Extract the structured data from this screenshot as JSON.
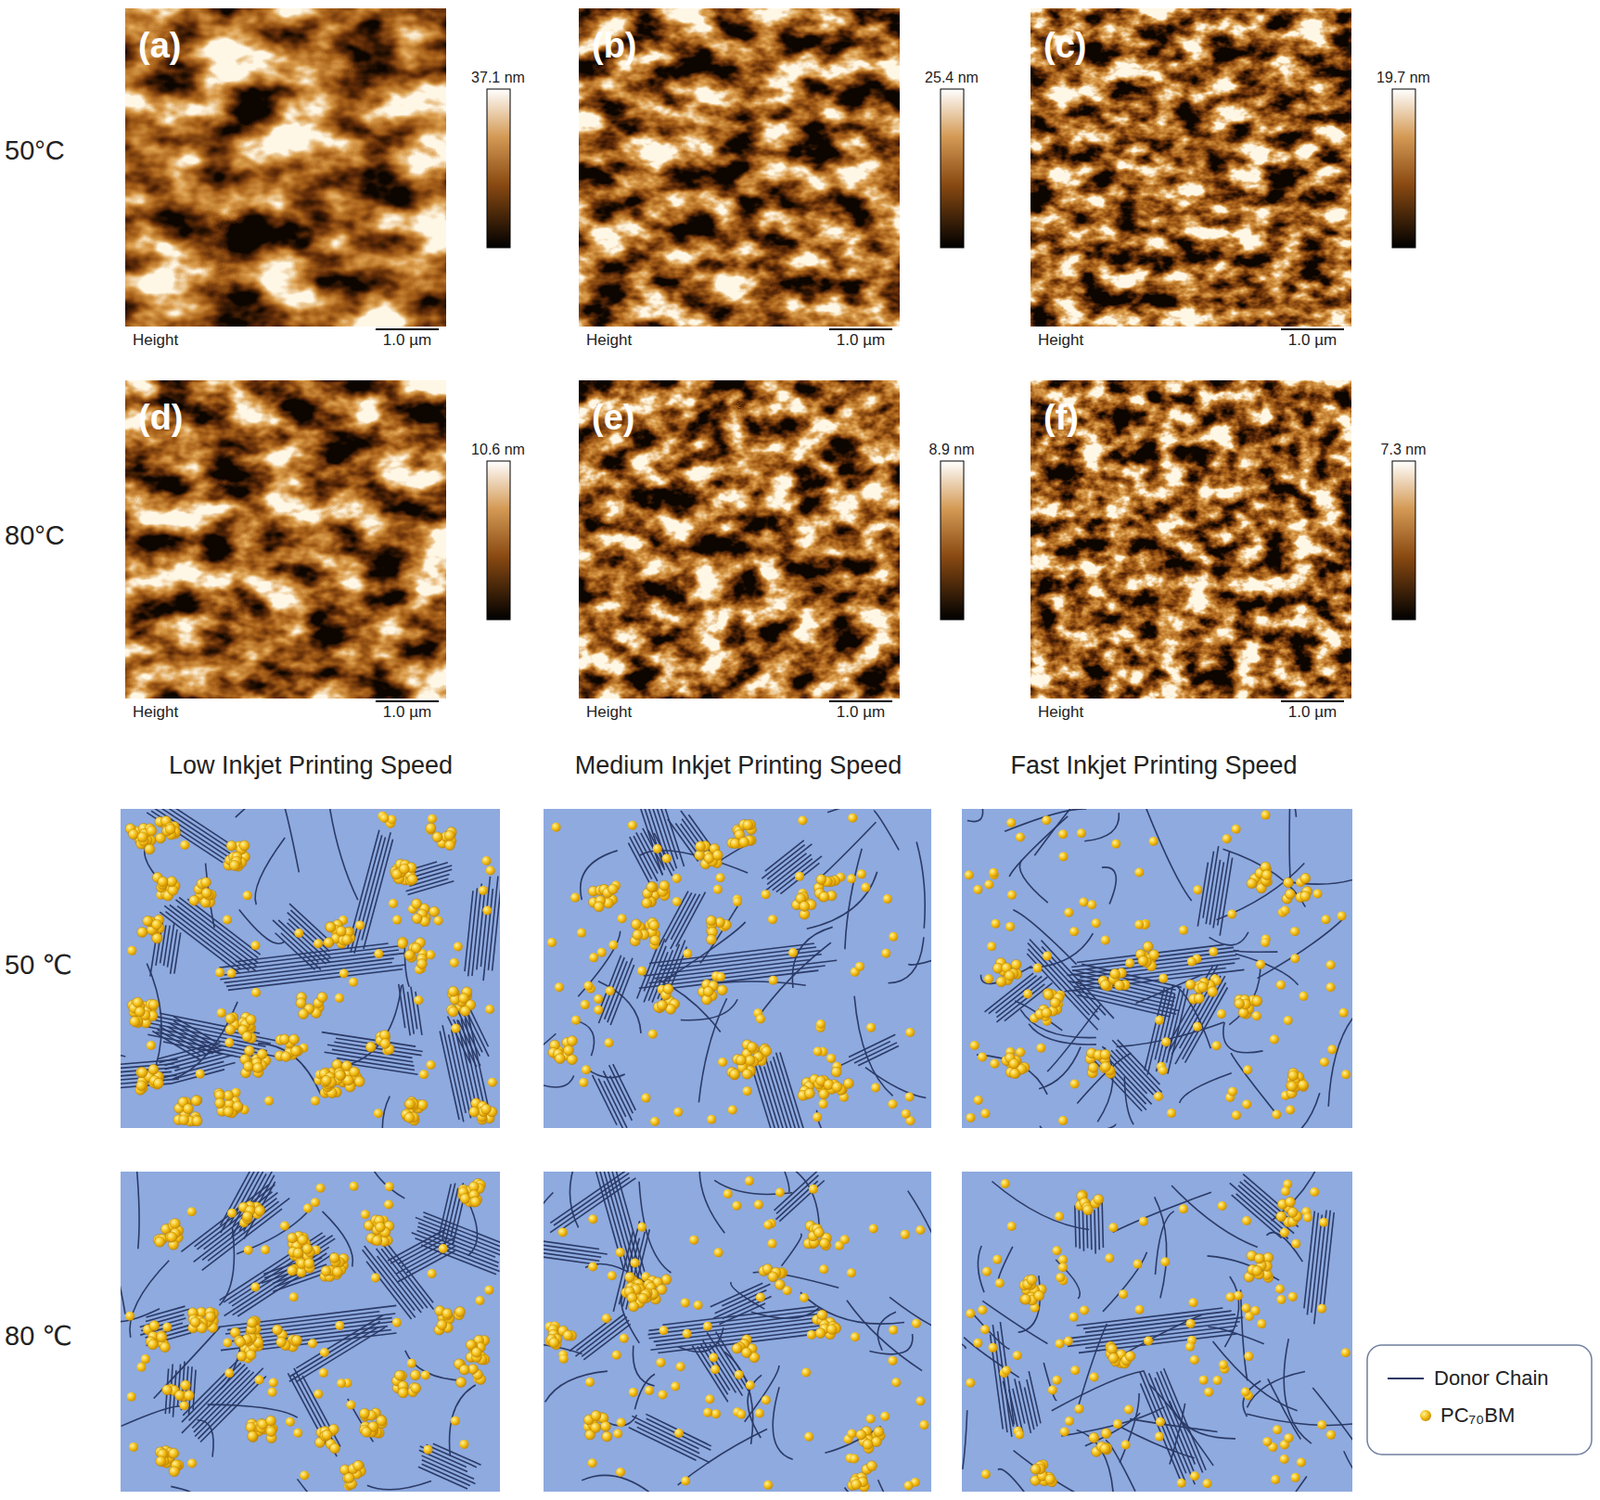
{
  "diagram": {
    "labels": [
      "50°C",
      "(a)",
      "37.1 nm",
      "Height",
      "1.0 µm",
      "(b)",
      "25.4 nm",
      "Height",
      "1.0 µm",
      "(c)",
      "19.7 nm",
      "Height",
      "1.0 µm",
      "80°C",
      "(d)",
      "10.6 nm",
      "Height",
      "1.0 µm",
      "(e)",
      "8.9 nm",
      "Height",
      "1.0 µm",
      "(f)",
      "7.3 nm",
      "Height",
      "1.0 µm",
      "Low Inkjet Printing Speed",
      "Medium Inkjet Printing Speed",
      "Fast Inkjet Printing Speed",
      "50 ℃",
      "80 ℃"
    ],
    "legend": [
      {
        "text": "Donor Chain"
      },
      {
        "text": "PC₇₀BM"
      }
    ]
  }
}
